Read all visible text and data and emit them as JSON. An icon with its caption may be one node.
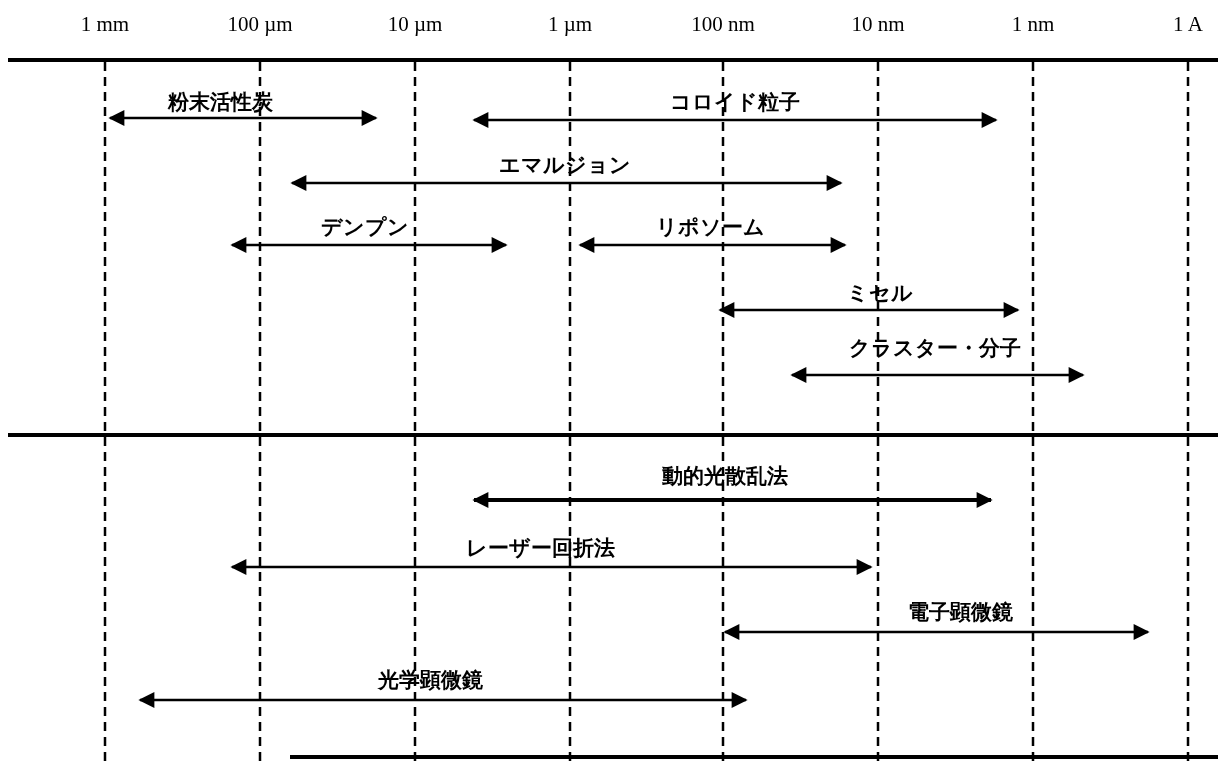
{
  "diagram": {
    "labels": [
      "1 mm",
      "100 µm",
      "10 µm",
      "1 µm",
      "100 nm",
      "10 nm",
      "1 nm",
      "1 A",
      "粉末活性炭",
      "コロイド粒子",
      "エマルジョン",
      "デンプン",
      "リポソーム",
      "ミセル",
      "クラスター・分子",
      "動的光散乱法",
      "レーザー回折法",
      "電子顕微鏡",
      "光学顕微鏡"
    ]
  }
}
